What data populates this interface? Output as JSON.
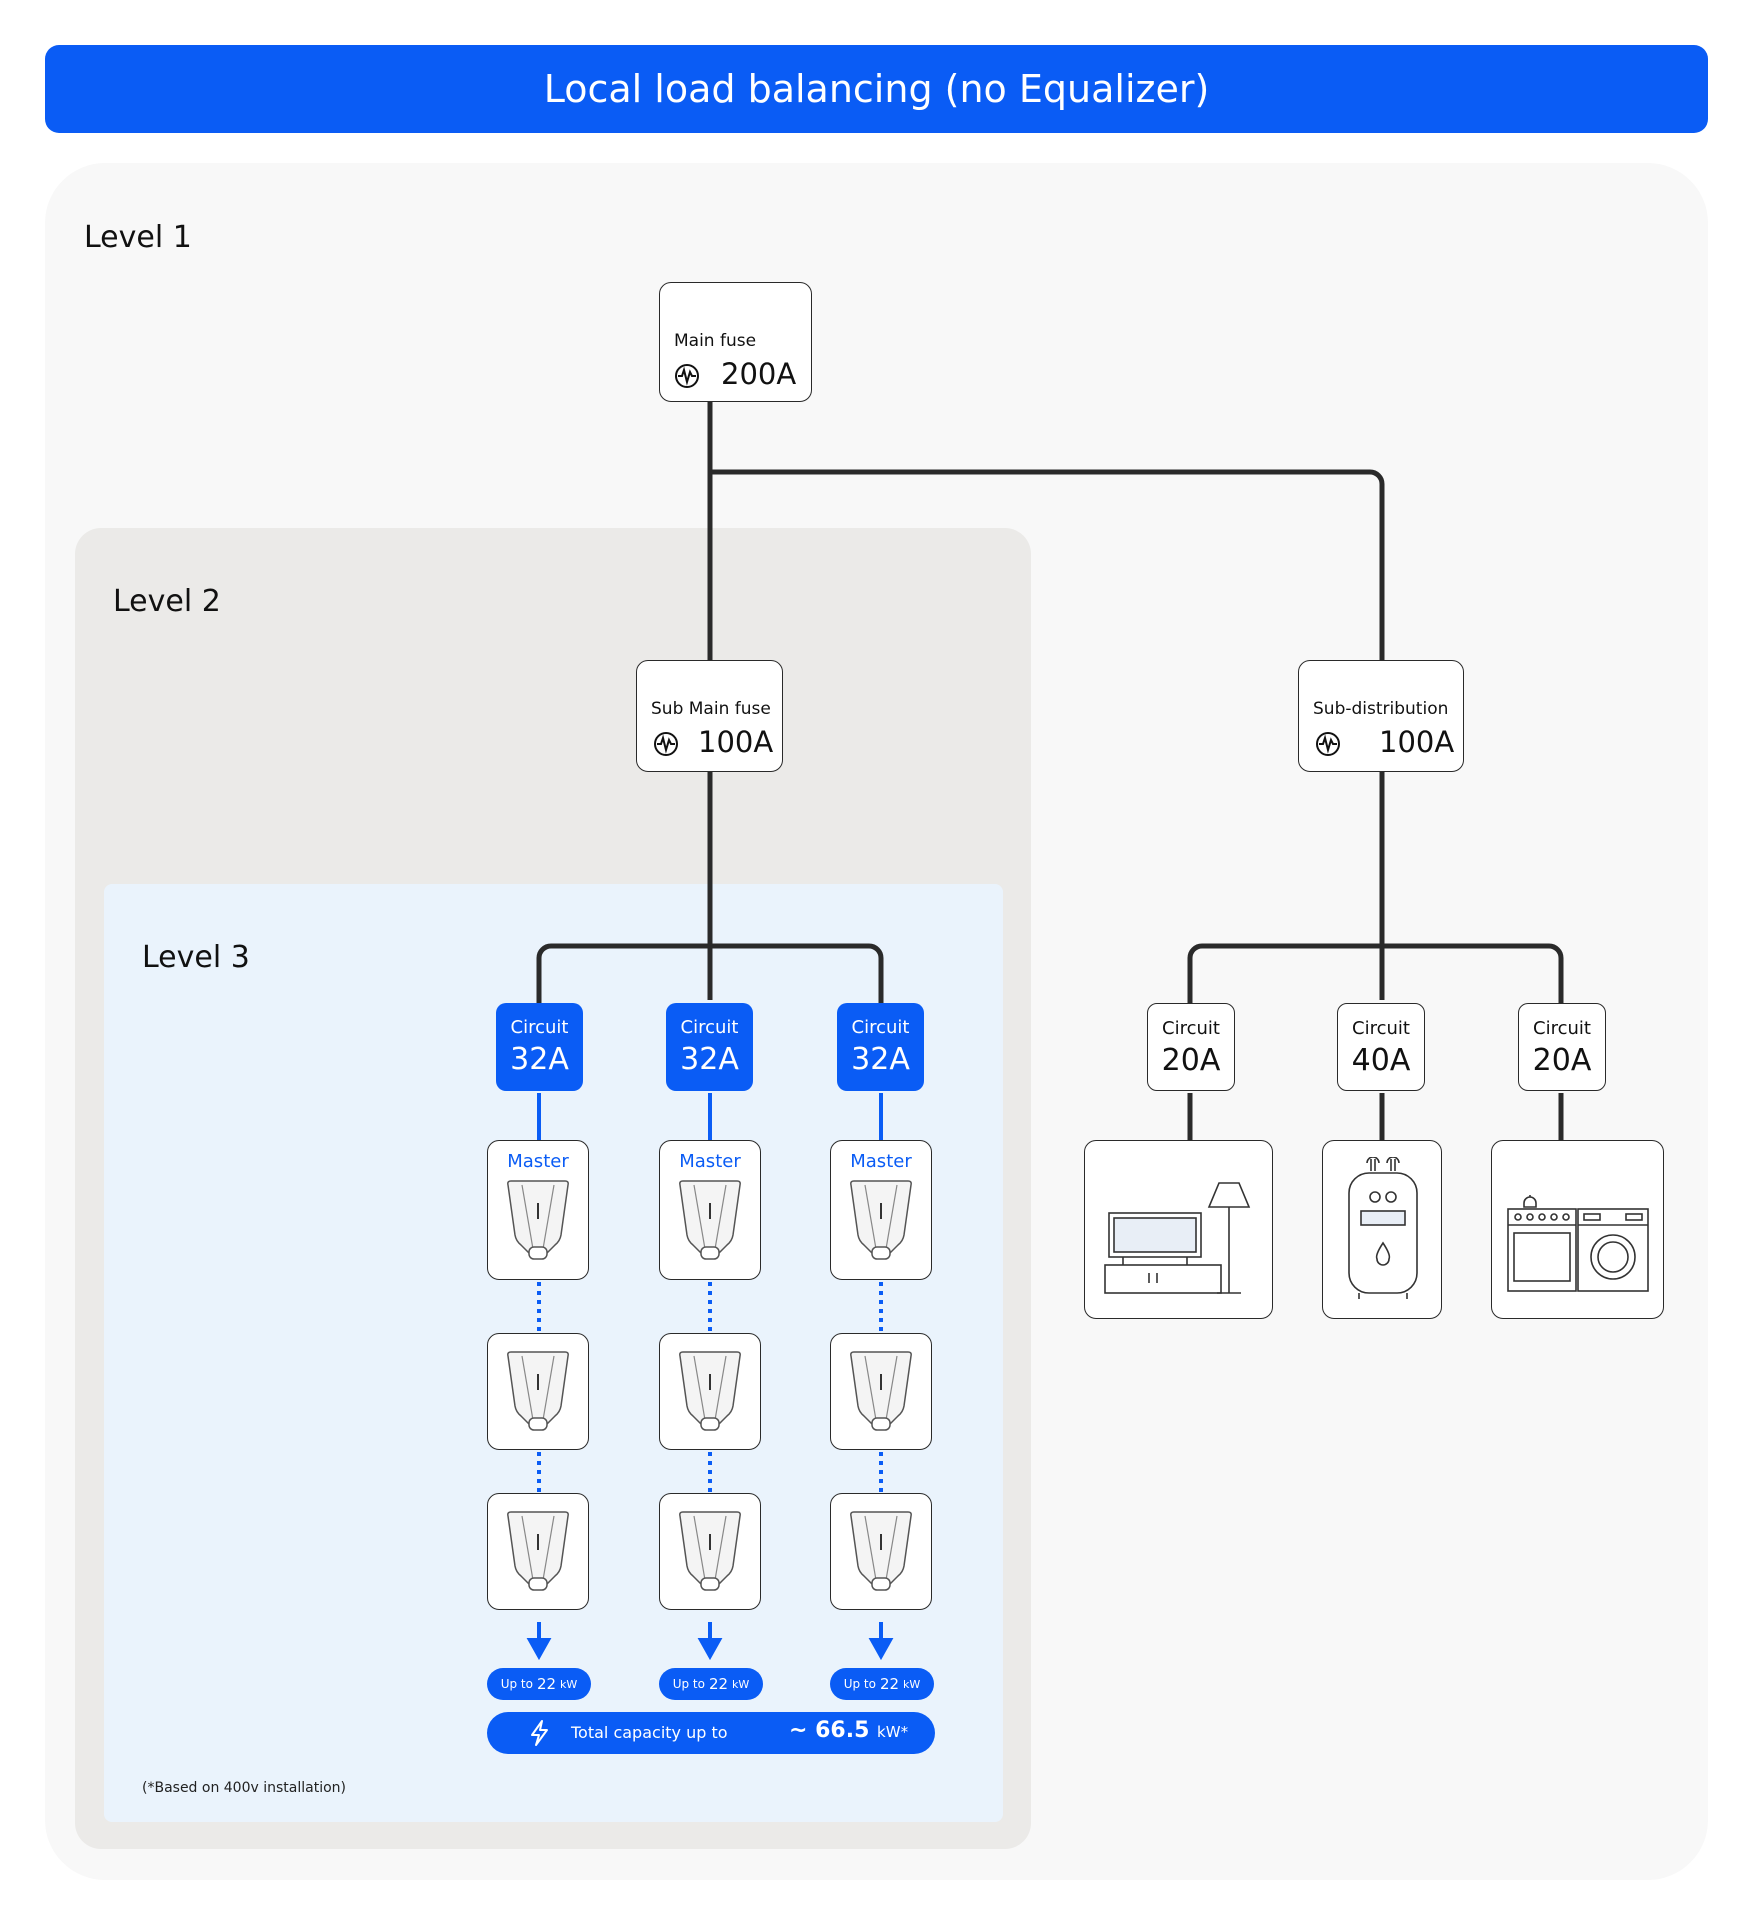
{
  "title": "Local load balancing (no Equalizer)",
  "levels": {
    "l1": "Level 1",
    "l2": "Level 2",
    "l3": "Level 3"
  },
  "main_fuse": {
    "label": "Main fuse",
    "value": "200A"
  },
  "sub_main_fuse": {
    "label": "Sub Main fuse",
    "value": "100A"
  },
  "sub_distribution": {
    "label": "Sub-distribution",
    "value": "100A"
  },
  "ev_circuits": [
    {
      "label": "Circuit",
      "value": "32A"
    },
    {
      "label": "Circuit",
      "value": "32A"
    },
    {
      "label": "Circuit",
      "value": "32A"
    }
  ],
  "appliance_circuits": [
    {
      "label": "Circuit",
      "value": "20A",
      "icon": "tv-and-lamp-icon"
    },
    {
      "label": "Circuit",
      "value": "40A",
      "icon": "water-heater-icon"
    },
    {
      "label": "Circuit",
      "value": "20A",
      "icon": "stove-and-washer-icon"
    }
  ],
  "master_label": "Master",
  "chargers_per_circuit": 3,
  "pill": {
    "prefix": "Up to",
    "value": "22",
    "unit": "kW"
  },
  "total": {
    "label": "Total capacity up to",
    "value": "~ 66.5",
    "unit": "kW*"
  },
  "footnote": "(*Based on 400v installation)",
  "colors": {
    "accent": "#0a5cf5",
    "line": "#2a2a2a"
  }
}
